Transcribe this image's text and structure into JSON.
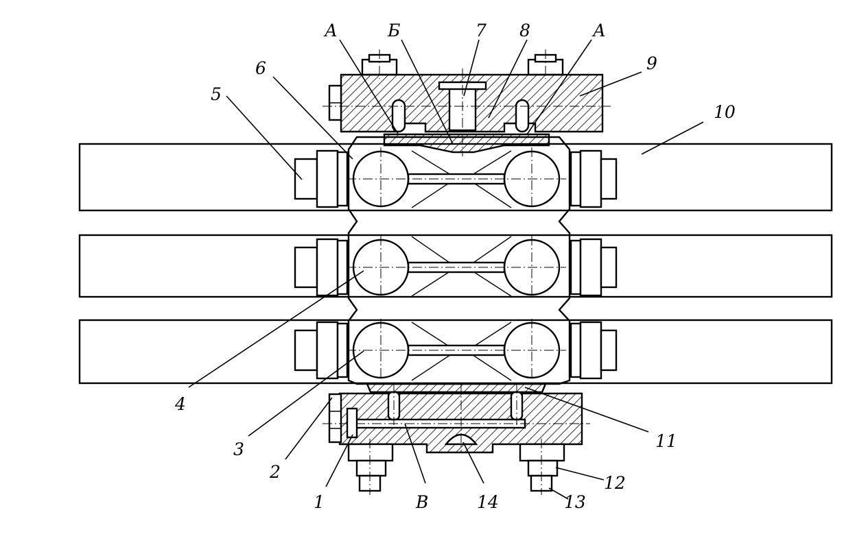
{
  "labels": {
    "A_left": "А",
    "B_top": "Б",
    "n7": "7",
    "n8": "8",
    "A_right": "А",
    "n9": "9",
    "n6": "6",
    "n5": "5",
    "n10": "10",
    "n4": "4",
    "n3": "3",
    "n2": "2",
    "n1": "1",
    "V_bottom": "В",
    "n14": "14",
    "n13": "13",
    "n12": "12",
    "n11": "11"
  }
}
